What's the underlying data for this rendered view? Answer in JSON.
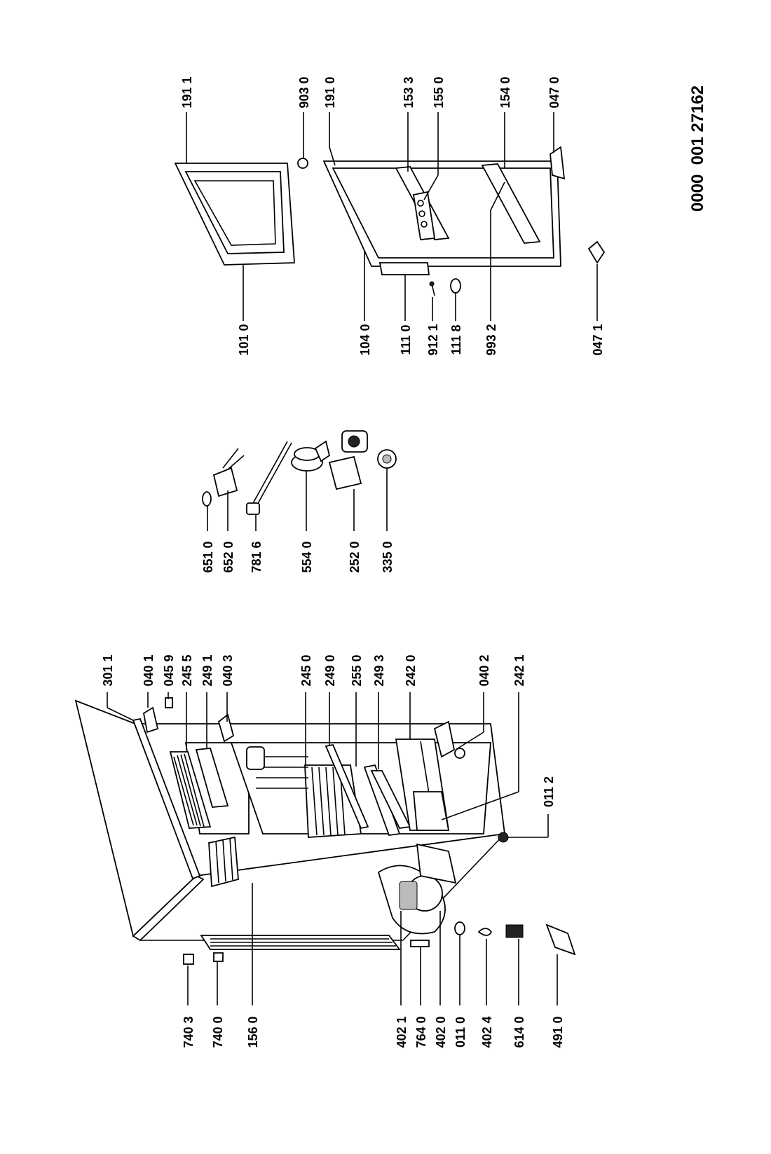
{
  "drawing_code": "0000  001 27162",
  "labels": {
    "l3011": "301 1",
    "l0401": "040 1",
    "l0459": "045 9",
    "l2455": "245 5",
    "l2491": "249 1",
    "l0403": "040 3",
    "l2450": "245 0",
    "l2490": "249 0",
    "l2550": "255 0",
    "l2493": "249 3",
    "l2420": "242 0",
    "l0402": "040 2",
    "l2421": "242 1",
    "l0112": "011 2",
    "l7403": "740 3",
    "l7400": "740 0",
    "l1560": "156 0",
    "l4021": "402 1",
    "l7640": "764 0",
    "l4020": "402 0",
    "l0110": "011 0",
    "l4024": "402 4",
    "l6140": "614 0",
    "l4910": "491 0",
    "l6510": "651 0",
    "l6520": "652 0",
    "l7816": "781 6",
    "l5540": "554 0",
    "l2520": "252 0",
    "l3350": "335 0",
    "l1011": "191 1",
    "l1010": "101 0",
    "l9030": "903 0",
    "l1910": "191 0",
    "l1533": "153 3",
    "l1550": "155 0",
    "l1540": "154 0",
    "l0470": "047 0",
    "l1040": "104 0",
    "l1110": "111 0",
    "l9121": "912 1",
    "l1118": "111 8",
    "l9932": "993 2",
    "l0471": "047 1"
  }
}
